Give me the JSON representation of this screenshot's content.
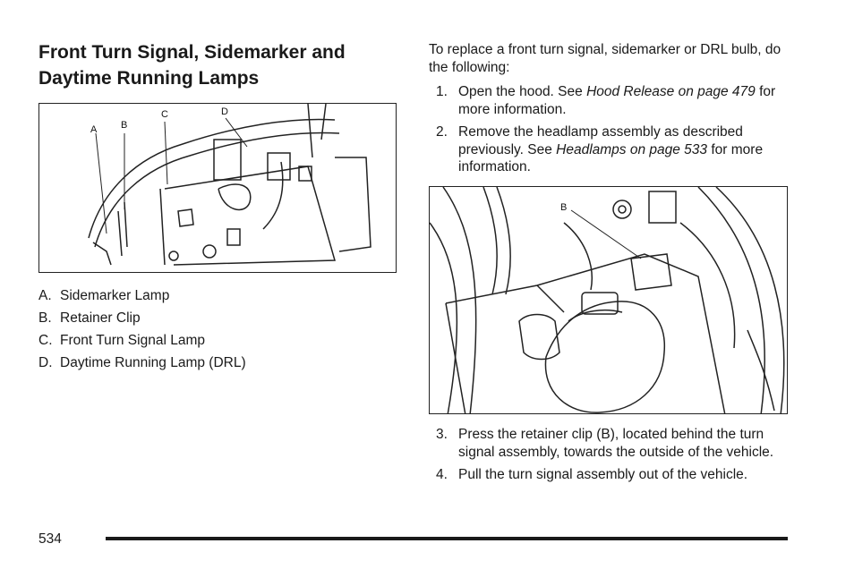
{
  "section": {
    "title": "Front Turn Signal, Sidemarker and Daytime Running Lamps"
  },
  "figure1": {
    "callouts": {
      "a": "A",
      "b": "B",
      "c": "C",
      "d": "D"
    }
  },
  "legend": [
    {
      "letter": "A.",
      "label": "Sidemarker Lamp"
    },
    {
      "letter": "B.",
      "label": "Retainer Clip"
    },
    {
      "letter": "C.",
      "label": "Front Turn Signal Lamp"
    },
    {
      "letter": "D.",
      "label": "Daytime Running Lamp (DRL)"
    }
  ],
  "intro": "To replace a front turn signal, sidemarker or DRL bulb, do the following:",
  "steps": [
    {
      "num": "1.",
      "before": "Open the hood. See ",
      "ref": "Hood Release on page 479",
      "after": " for more information."
    },
    {
      "num": "2.",
      "before": "Remove the headlamp assembly as described previously. See ",
      "ref": "Headlamps on page 533",
      "after": " for more information."
    },
    {
      "num": "3.",
      "text": "Press the retainer clip (B), located behind the turn signal assembly, towards the outside of the vehicle."
    },
    {
      "num": "4.",
      "text": "Pull the turn signal assembly out of the vehicle."
    }
  ],
  "figure2": {
    "callouts": {
      "b": "B"
    }
  },
  "footer": {
    "page_number": "534"
  }
}
